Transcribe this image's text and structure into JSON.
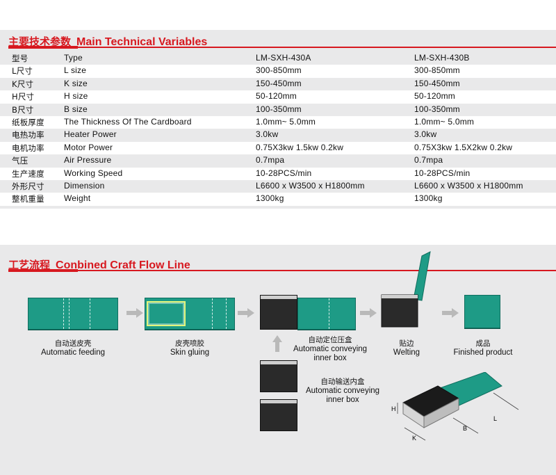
{
  "specs": {
    "title_zh": "主要技术参数",
    "title_en": "Main Technical Variables",
    "rows": [
      {
        "zh": "型号",
        "en": "Type",
        "a": "LM-SXH-430A",
        "b": "LM-SXH-430B"
      },
      {
        "zh": "L尺寸",
        "en": "L size",
        "a": "300-850mm",
        "b": "300-850mm"
      },
      {
        "zh": "K尺寸",
        "en": "K size",
        "a": "150-450mm",
        "b": "150-450mm"
      },
      {
        "zh": "H尺寸",
        "en": "H size",
        "a": "50-120mm",
        "b": "50-120mm"
      },
      {
        "zh": "B尺寸",
        "en": "B size",
        "a": "100-350mm",
        "b": "100-350mm"
      },
      {
        "zh": "纸板厚度",
        "en": "The Thickness Of The Cardboard",
        "a": "1.0mm~ 5.0mm",
        "b": "1.0mm~ 5.0mm"
      },
      {
        "zh": "电热功率",
        "en": "Heater Power",
        "a": "3.0kw",
        "b": "3.0kw"
      },
      {
        "zh": "电机功率",
        "en": "Motor Power",
        "a": "0.75X3kw 1.5kw  0.2kw",
        "b": "0.75X3kw 1.5X2kw 0.2kw"
      },
      {
        "zh": "气压",
        "en": "Air Pressure",
        "a": "0.7mpa",
        "b": "0.7mpa"
      },
      {
        "zh": "生产速度",
        "en": "Working Speed",
        "a": "10-28PCS/min",
        "b": "10-28PCS/min"
      },
      {
        "zh": "外形尺寸",
        "en": "Dimension",
        "a": "L6600 x W3500 x H1800mm",
        "b": "L6600 x W3500 x H1800mm"
      },
      {
        "zh": "整机重量",
        "en": "Weight",
        "a": "1300kg",
        "b": "1300kg"
      }
    ]
  },
  "flow": {
    "title_zh": "工艺流程",
    "title_en": "Conbined Craft Flow Line",
    "steps": [
      {
        "zh": "自动送皮壳",
        "en": "Automatic feeding"
      },
      {
        "zh": "皮壳喷胶",
        "en": "Skin gluing"
      },
      {
        "zh": "自动定位压盒",
        "en1": "Automatic conveying",
        "en2": "inner box"
      },
      {
        "zh": "贴边",
        "en": "Welting"
      },
      {
        "zh": "成品",
        "en": "Finished product"
      },
      {
        "zh": "自动输送内盒",
        "en1": "Automatic conveying",
        "en2": "inner box"
      }
    ],
    "dimension_labels": {
      "h": "H",
      "k": "K",
      "b": "B",
      "l": "L"
    },
    "colors": {
      "board": "#1e9b86",
      "glue": "#e4f57b",
      "box": "#2a2a2a",
      "accent": "#d7181f"
    }
  }
}
